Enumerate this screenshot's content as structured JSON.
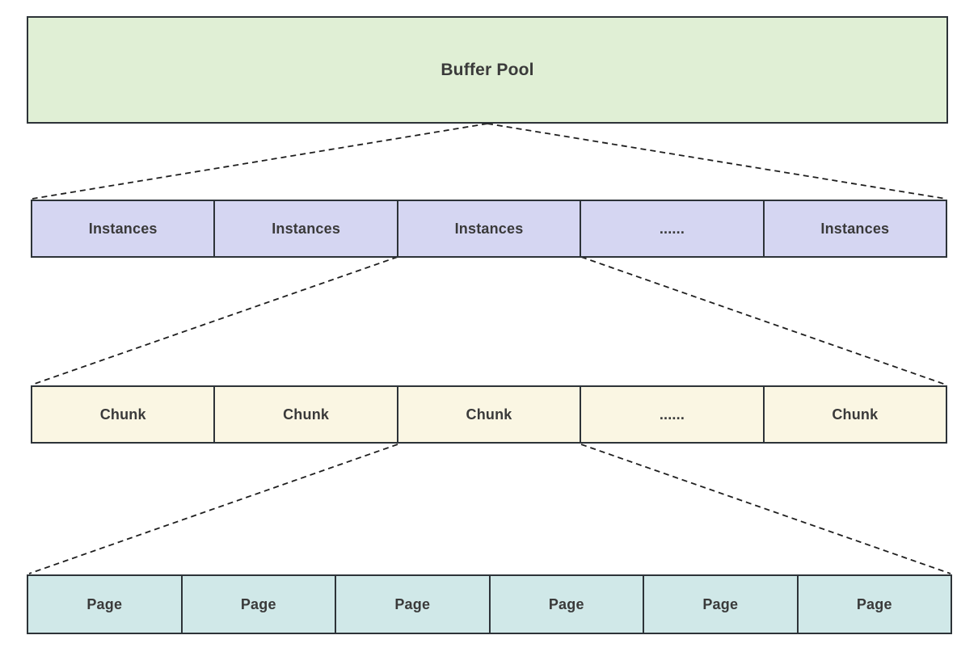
{
  "diagram": {
    "type": "hierarchy",
    "title": "Buffer Pool",
    "levels": [
      {
        "name": "buffer-pool",
        "label": "Buffer Pool",
        "fill_color": "#e0efd5"
      },
      {
        "name": "instances-row",
        "fill_color": "#d5d6f2",
        "cells": [
          "Instances",
          "Instances",
          "Instances",
          "......",
          "Instances"
        ]
      },
      {
        "name": "chunk-row",
        "fill_color": "#faf6e3",
        "cells": [
          "Chunk",
          "Chunk",
          "Chunk",
          "......",
          "Chunk"
        ]
      },
      {
        "name": "page-row",
        "fill_color": "#d0e8e8",
        "cells": [
          "Page",
          "Page",
          "Page",
          "Page",
          "Page",
          "Page"
        ]
      }
    ],
    "border_color": "#2d3338",
    "text_color": "#3a3a3a",
    "connector": {
      "style": "dashed",
      "color": "#1f1f1f",
      "description": "fan-out dashed lines from parent level to full width of child level"
    }
  }
}
